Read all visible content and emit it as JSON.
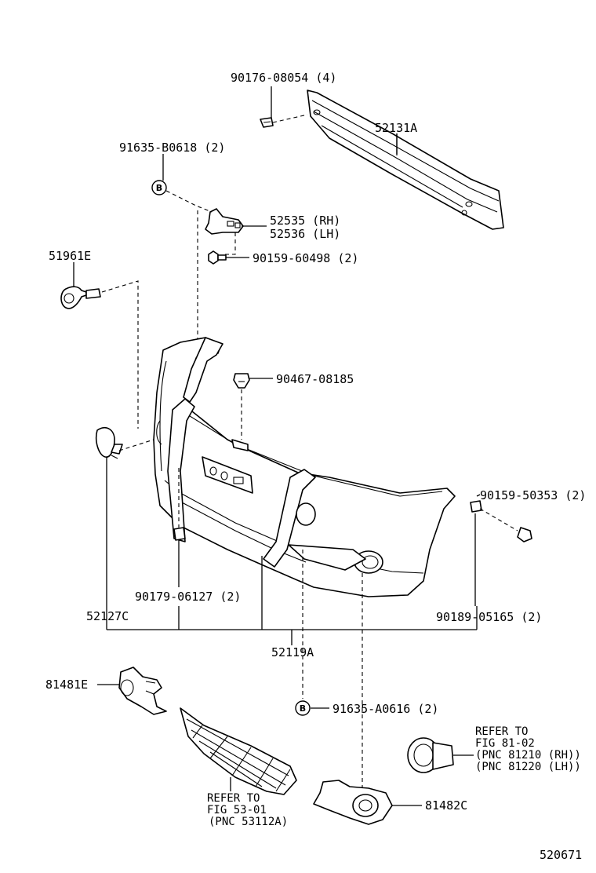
{
  "diagram": {
    "figure_number": "520671",
    "parts": {
      "p90176": "90176-08054 (4)",
      "p52131A": "52131A",
      "p91635b": "91635-B0618 (2)",
      "p52535": "52535 (RH)",
      "p52536": "52536 (LH)",
      "p90159_60498": "90159-60498 (2)",
      "p51961E": "51961E",
      "p90467": "90467-08185",
      "p90159_50353": "90159-50353 (2)",
      "p90179": "90179-06127 (2)",
      "p52127C": "52127C",
      "p90189": "90189-05165 (2)",
      "p52119A": "52119A",
      "p81481E": "81481E",
      "p91635a": "91635-A0616 (2)",
      "p81482C": "81482C"
    },
    "refer_fig_81": {
      "line1": "REFER TO",
      "line2": "FIG 81-02",
      "line3": "(PNC 81210 (RH))",
      "line4": "(PNC 81220 (LH))"
    },
    "refer_fig_53": {
      "line1": "REFER TO",
      "line2": "FIG 53-01",
      "line3": "(PNC 53112A)"
    },
    "callout_b_top": "B",
    "callout_b_bottom": "B"
  }
}
